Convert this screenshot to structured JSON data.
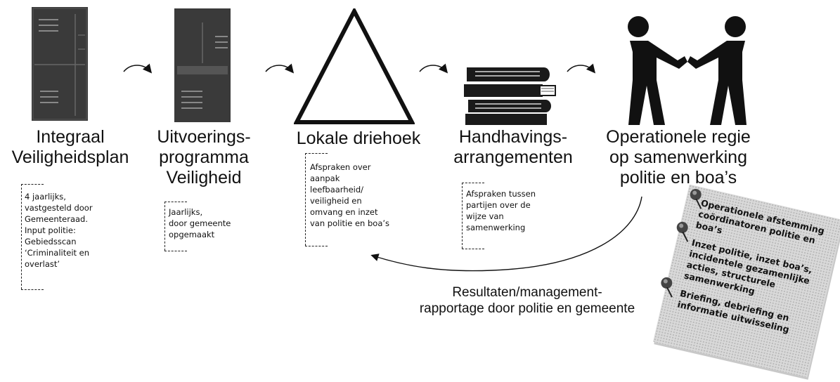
{
  "steps": [
    {
      "title_lines": [
        "Integraal",
        "Veiligheidsplan"
      ],
      "note_lines": [
        "4 jaarlijks,",
        "vastgesteld door",
        "Gemeenteraad.",
        "Input politie:",
        "Gebiedsscan",
        "‘Criminaliteit en",
        "overlast’"
      ]
    },
    {
      "title_lines": [
        "Uitvoerings-",
        "programma",
        "Veiligheid"
      ],
      "note_lines": [
        "Jaarlijks,",
        "door gemeente",
        "opgemaakt"
      ]
    },
    {
      "title_lines": [
        "Lokale driehoek"
      ],
      "note_lines": [
        "Afspraken over",
        "aanpak",
        "leefbaarheid/",
        "veiligheid en",
        "omvang en inzet",
        "van politie en boa’s"
      ]
    },
    {
      "title_lines": [
        "Handhavings-",
        "arrangementen"
      ],
      "note_lines": [
        "Afspraken tussen",
        "partijen over de",
        "wijze van",
        "samenwerking"
      ]
    },
    {
      "title_lines": [
        "Operationele regie",
        "op samenwerking",
        "politie en boa’s"
      ],
      "note_lines": []
    }
  ],
  "feedback": {
    "lines": [
      "Resultaten/management-",
      "rapportage door politie en gemeente"
    ]
  },
  "card": {
    "lines": [
      "Operationele afstemming",
      "coördinatoren politie en",
      "boa’s",
      "Inzet politie, inzet boa’s,",
      "incidentele gezamenlijke",
      "acties, structurele",
      "samenwerking",
      "Briefing, debriefing en",
      "informatie uitwisseling"
    ]
  },
  "colors": {
    "ink": "#111111",
    "document": "#3a3a3a",
    "card": "#d9d9d9"
  }
}
